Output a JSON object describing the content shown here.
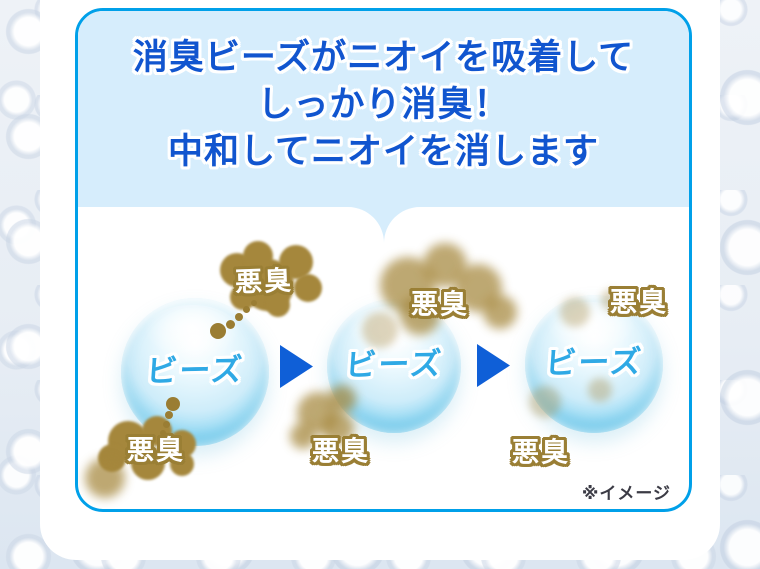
{
  "colors": {
    "card_border": "#00a0e9",
    "header_bg": "#d6edfc",
    "title_text": "#1155cf",
    "bead_label_text": "#2fa9e5",
    "arrow": "#0f5fd7",
    "odor_cloud": "#a5873c",
    "odor_label_outline": "#9a7f35",
    "note_text": "#3b3b45"
  },
  "header": {
    "title_lines": [
      "消臭ビーズがニオイを吸着して",
      "しっかり消臭！",
      "中和してニオイを消します"
    ]
  },
  "diagram": {
    "stages": [
      {
        "bead_label": "ビーズ",
        "odor_top_label": "悪臭",
        "odor_bottom_label": "悪臭"
      },
      {
        "bead_label": "ビーズ",
        "odor_top_label": "悪臭",
        "odor_bottom_label": "悪臭"
      },
      {
        "bead_label": "ビーズ",
        "odor_top_label": "悪臭",
        "odor_bottom_label": "悪臭"
      }
    ],
    "note": "※イメージ"
  }
}
